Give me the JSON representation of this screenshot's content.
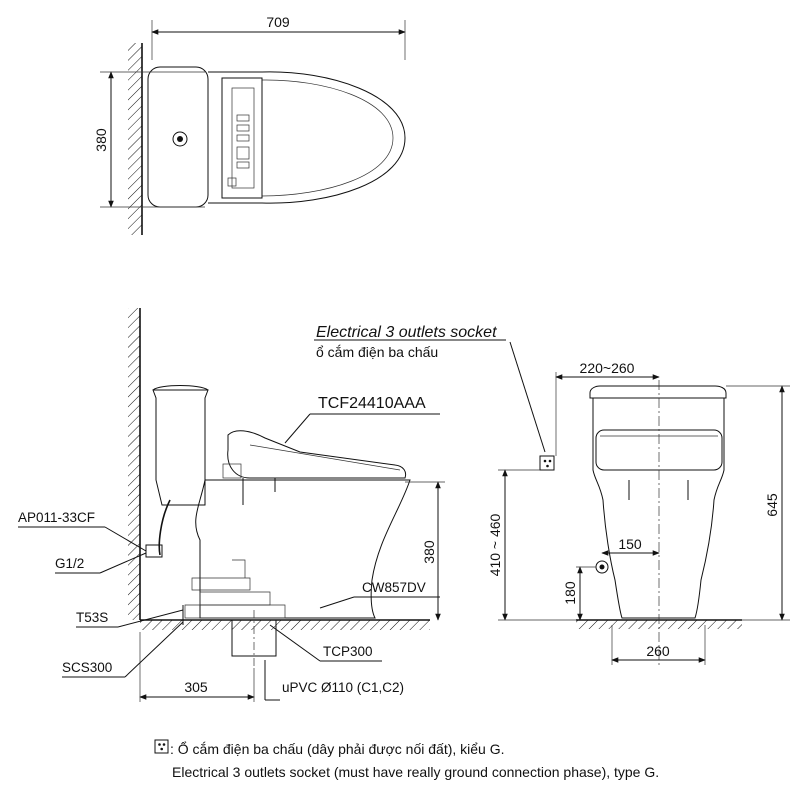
{
  "top_view": {
    "width_dim": "709",
    "depth_dim": "380"
  },
  "side_view": {
    "seat_model": "TCF24410AAA",
    "valve_model": "AP011-33CF",
    "inlet_size": "G1/2",
    "part_t53s": "T53S",
    "part_scs300": "SCS300",
    "part_tcp300": "TCP300",
    "bowl_model": "CW857DV",
    "pipe_spec": "uPVC Ø110 (C1,C2)",
    "rough_in_dim": "305",
    "seat_height_dim": "380",
    "socket_label_en": "Electrical 3 outlets socket",
    "socket_label_vi": "ổ cắm điện ba chấu"
  },
  "front_view": {
    "socket_offset_dim": "220~260",
    "socket_height_dim": "410 ~ 460",
    "total_height_dim": "645",
    "inlet_offset_dim": "150",
    "inlet_height_dim": "180",
    "base_width_dim": "260"
  },
  "note": {
    "line_vi": ": Ổ cắm điện ba chấu (dây phải được nối đất), kiểu G.",
    "line_en": "Electrical 3 outlets socket (must have really ground connection phase), type G."
  }
}
